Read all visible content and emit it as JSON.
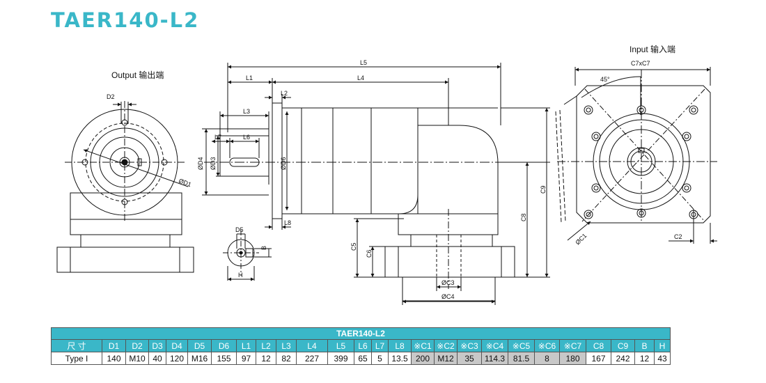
{
  "title": "TAER140-L2",
  "views": {
    "output_label": "Output 输出端",
    "input_label": "Input 输入端"
  },
  "drawing_labels": {
    "L5": "L5",
    "L1": "L1",
    "L4": "L4",
    "L2": "L2",
    "L3": "L3",
    "L7": "L7",
    "L6": "L6",
    "L8": "L8",
    "D2": "D2",
    "D1": "ØD1",
    "D3": "ØD3",
    "D4": "ØD4",
    "D6": "ØD6",
    "D5": "D5",
    "B": "B",
    "H": "H",
    "C5": "C5",
    "C6": "C6",
    "C8": "C8",
    "C9": "C9",
    "C3": "ØC3",
    "C4": "ØC4",
    "C1": "ØC1",
    "C2": "C2",
    "C7": "C7xC7",
    "angle": "45°"
  },
  "table": {
    "caption": "TAER140-L2",
    "headers": [
      "尺 寸",
      "D1",
      "D2",
      "D3",
      "D4",
      "D5",
      "D6",
      "L1",
      "L2",
      "L3",
      "L4",
      "L5",
      "L6",
      "L7",
      "L8",
      "※C1",
      "※C2",
      "※C3",
      "※C4",
      "※C5",
      "※C6",
      "※C7",
      "C8",
      "C9",
      "B",
      "H"
    ],
    "row_label": "Type I",
    "values": [
      "140",
      "M10",
      "40",
      "120",
      "M16",
      "155",
      "97",
      "12",
      "82",
      "227",
      "399",
      "65",
      "5",
      "13.5",
      "200",
      "M12",
      "35",
      "114.3",
      "81.5",
      "8",
      "180",
      "167",
      "242",
      "12",
      "43"
    ],
    "highlight_color": "#c8c8c8",
    "header_color": "#3ab7c8"
  },
  "colors": {
    "accent": "#3ab7c8"
  }
}
